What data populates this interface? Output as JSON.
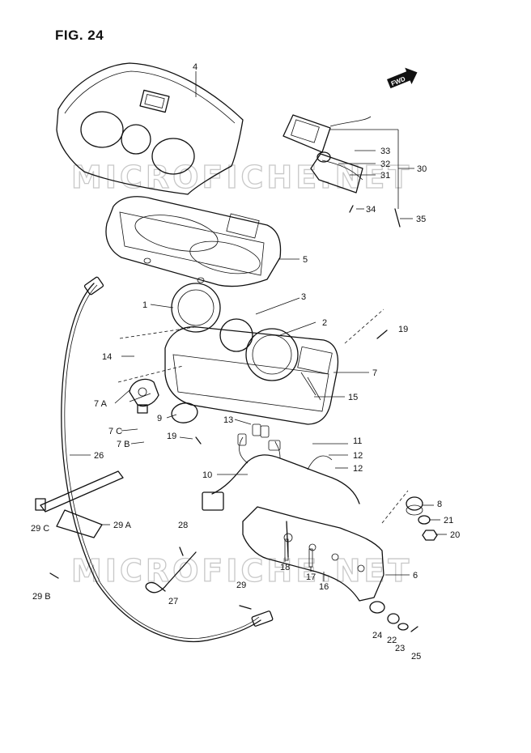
{
  "figure": {
    "title": "FIG. 24"
  },
  "watermark": {
    "text": "MICROFICHE.NET"
  },
  "fwd_badge": {
    "text": "FWD"
  },
  "callouts": [
    {
      "id": "4",
      "text": "4"
    },
    {
      "id": "33",
      "text": "33"
    },
    {
      "id": "32",
      "text": "32"
    },
    {
      "id": "30",
      "text": "30"
    },
    {
      "id": "31",
      "text": "31"
    },
    {
      "id": "34",
      "text": "34"
    },
    {
      "id": "35",
      "text": "35"
    },
    {
      "id": "5",
      "text": "5"
    },
    {
      "id": "3",
      "text": "3"
    },
    {
      "id": "1",
      "text": "1"
    },
    {
      "id": "2",
      "text": "2"
    },
    {
      "id": "19a",
      "text": "19"
    },
    {
      "id": "14",
      "text": "14"
    },
    {
      "id": "7",
      "text": "7"
    },
    {
      "id": "7A",
      "text": "7  A"
    },
    {
      "id": "15",
      "text": "15"
    },
    {
      "id": "9",
      "text": "9"
    },
    {
      "id": "13",
      "text": "13"
    },
    {
      "id": "7C",
      "text": "7  C"
    },
    {
      "id": "7B",
      "text": "7  B"
    },
    {
      "id": "19b",
      "text": "19"
    },
    {
      "id": "26",
      "text": "26"
    },
    {
      "id": "11",
      "text": "11"
    },
    {
      "id": "12a",
      "text": "12"
    },
    {
      "id": "12b",
      "text": "12"
    },
    {
      "id": "10",
      "text": "10"
    },
    {
      "id": "8",
      "text": "8"
    },
    {
      "id": "21",
      "text": "21"
    },
    {
      "id": "29C",
      "text": "29  C"
    },
    {
      "id": "29A",
      "text": "29  A"
    },
    {
      "id": "28",
      "text": "28"
    },
    {
      "id": "20",
      "text": "20"
    },
    {
      "id": "18",
      "text": "18"
    },
    {
      "id": "6",
      "text": "6"
    },
    {
      "id": "17",
      "text": "17"
    },
    {
      "id": "16",
      "text": "16"
    },
    {
      "id": "29B",
      "text": "29  B"
    },
    {
      "id": "27",
      "text": "27"
    },
    {
      "id": "29",
      "text": "29"
    },
    {
      "id": "24",
      "text": "24"
    },
    {
      "id": "22",
      "text": "22"
    },
    {
      "id": "23",
      "text": "23"
    },
    {
      "id": "25",
      "text": "25"
    }
  ]
}
